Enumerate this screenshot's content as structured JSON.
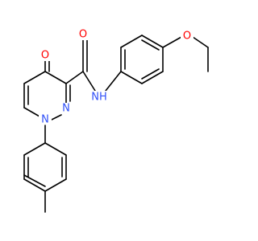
{
  "molecule": {
    "colors": {
      "bond": "#000000",
      "C": "#000000",
      "O": "#ff0000",
      "N": "#3050f8"
    },
    "atoms": [
      {
        "id": "a_n1",
        "label": "N",
        "element": "N"
      },
      {
        "id": "a_n2",
        "label": "N",
        "element": "N"
      },
      {
        "id": "a_o4",
        "label": "O",
        "element": "O"
      },
      {
        "id": "a_oam",
        "label": "O",
        "element": "O"
      },
      {
        "id": "a_nh",
        "label": "NH",
        "element": "N"
      },
      {
        "id": "a_oet",
        "label": "O",
        "element": "O"
      }
    ]
  }
}
